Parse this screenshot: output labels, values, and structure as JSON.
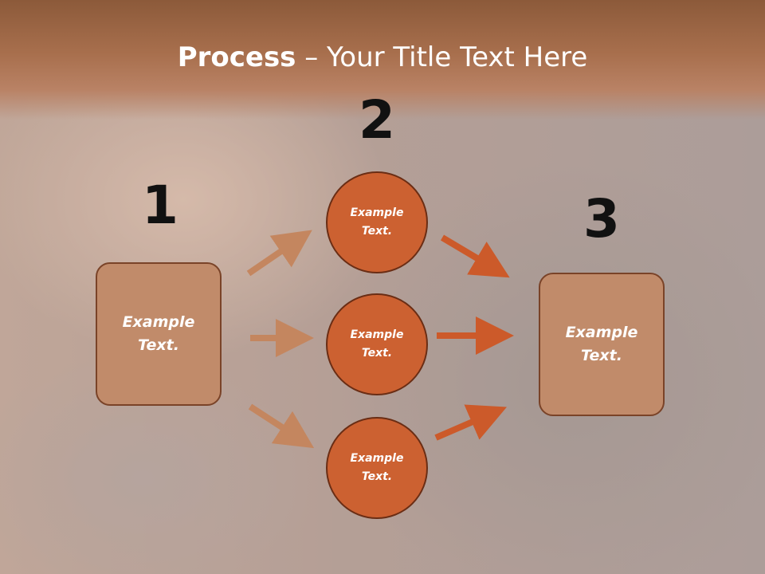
{
  "title": {
    "bold": "Process",
    "rest": " – Your Title Text Here"
  },
  "steps": {
    "one": {
      "number": "1",
      "box_text": "Example\nText."
    },
    "two": {
      "number": "2",
      "circles": [
        "Example\nText.",
        "Example\nText.",
        "Example\nText."
      ]
    },
    "three": {
      "number": "3",
      "box_text": "Example\nText."
    }
  },
  "colors": {
    "title_band": "#a86f4d",
    "box_fill": "#c18b6a",
    "circle_fill": "#cc6131",
    "arrow_light": "#c4865f",
    "arrow_dark": "#cc5a2a"
  }
}
